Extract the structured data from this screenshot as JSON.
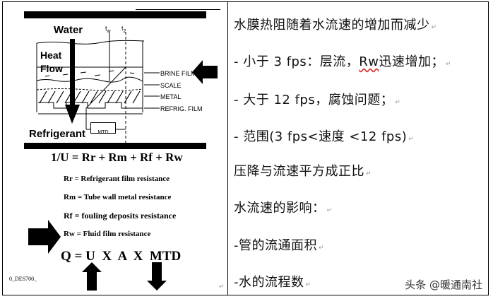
{
  "document": {
    "left_cell": {
      "diagram": {
        "water_label": "Water",
        "tw_label": "t",
        "tw_sub": "w",
        "t2_label": "t",
        "t2_sub": "2",
        "heat_label": "Heat",
        "flow_label": "Flow",
        "refrigerant_label": "Refrigerant",
        "mtd_box_label": "MTD",
        "layer_labels": [
          "BRINE FILM",
          "SCALE",
          "METAL",
          "REFRIG. FILM"
        ]
      },
      "equation": "1/U = Rr + Rm + Rf + Rw",
      "definitions": [
        "Rr = Refrigerant film resistance",
        "Rm = Tube wall metal resistance",
        "Rf = fouling deposits resistance",
        "Rw = Fluid film resistance"
      ],
      "formula": "Q = U  X  A  X  MTD",
      "footer_code": "0_DES700_",
      "paragraph_mark": "↵"
    },
    "right_cell": {
      "lines": [
        {
          "text": "水膜热阻随着水流速的增加而减少"
        },
        {
          "text_before": "- 小于 3 fps：层流，",
          "text_squiggle": "Rw",
          "text_after": "迅速增加；"
        },
        {
          "text": "- 大于 12 fps，腐蚀问题；"
        },
        {
          "text": "- 范围(3 fps<速度 <12 fps)"
        },
        {
          "text": "压降与流速平方成正比"
        },
        {
          "text": "水流速的影响："
        },
        {
          "text": "-管的流通面积"
        },
        {
          "text": "-水的流程数"
        }
      ],
      "paragraph_mark": "↵"
    },
    "watermark": "头条 @暖通南社"
  }
}
